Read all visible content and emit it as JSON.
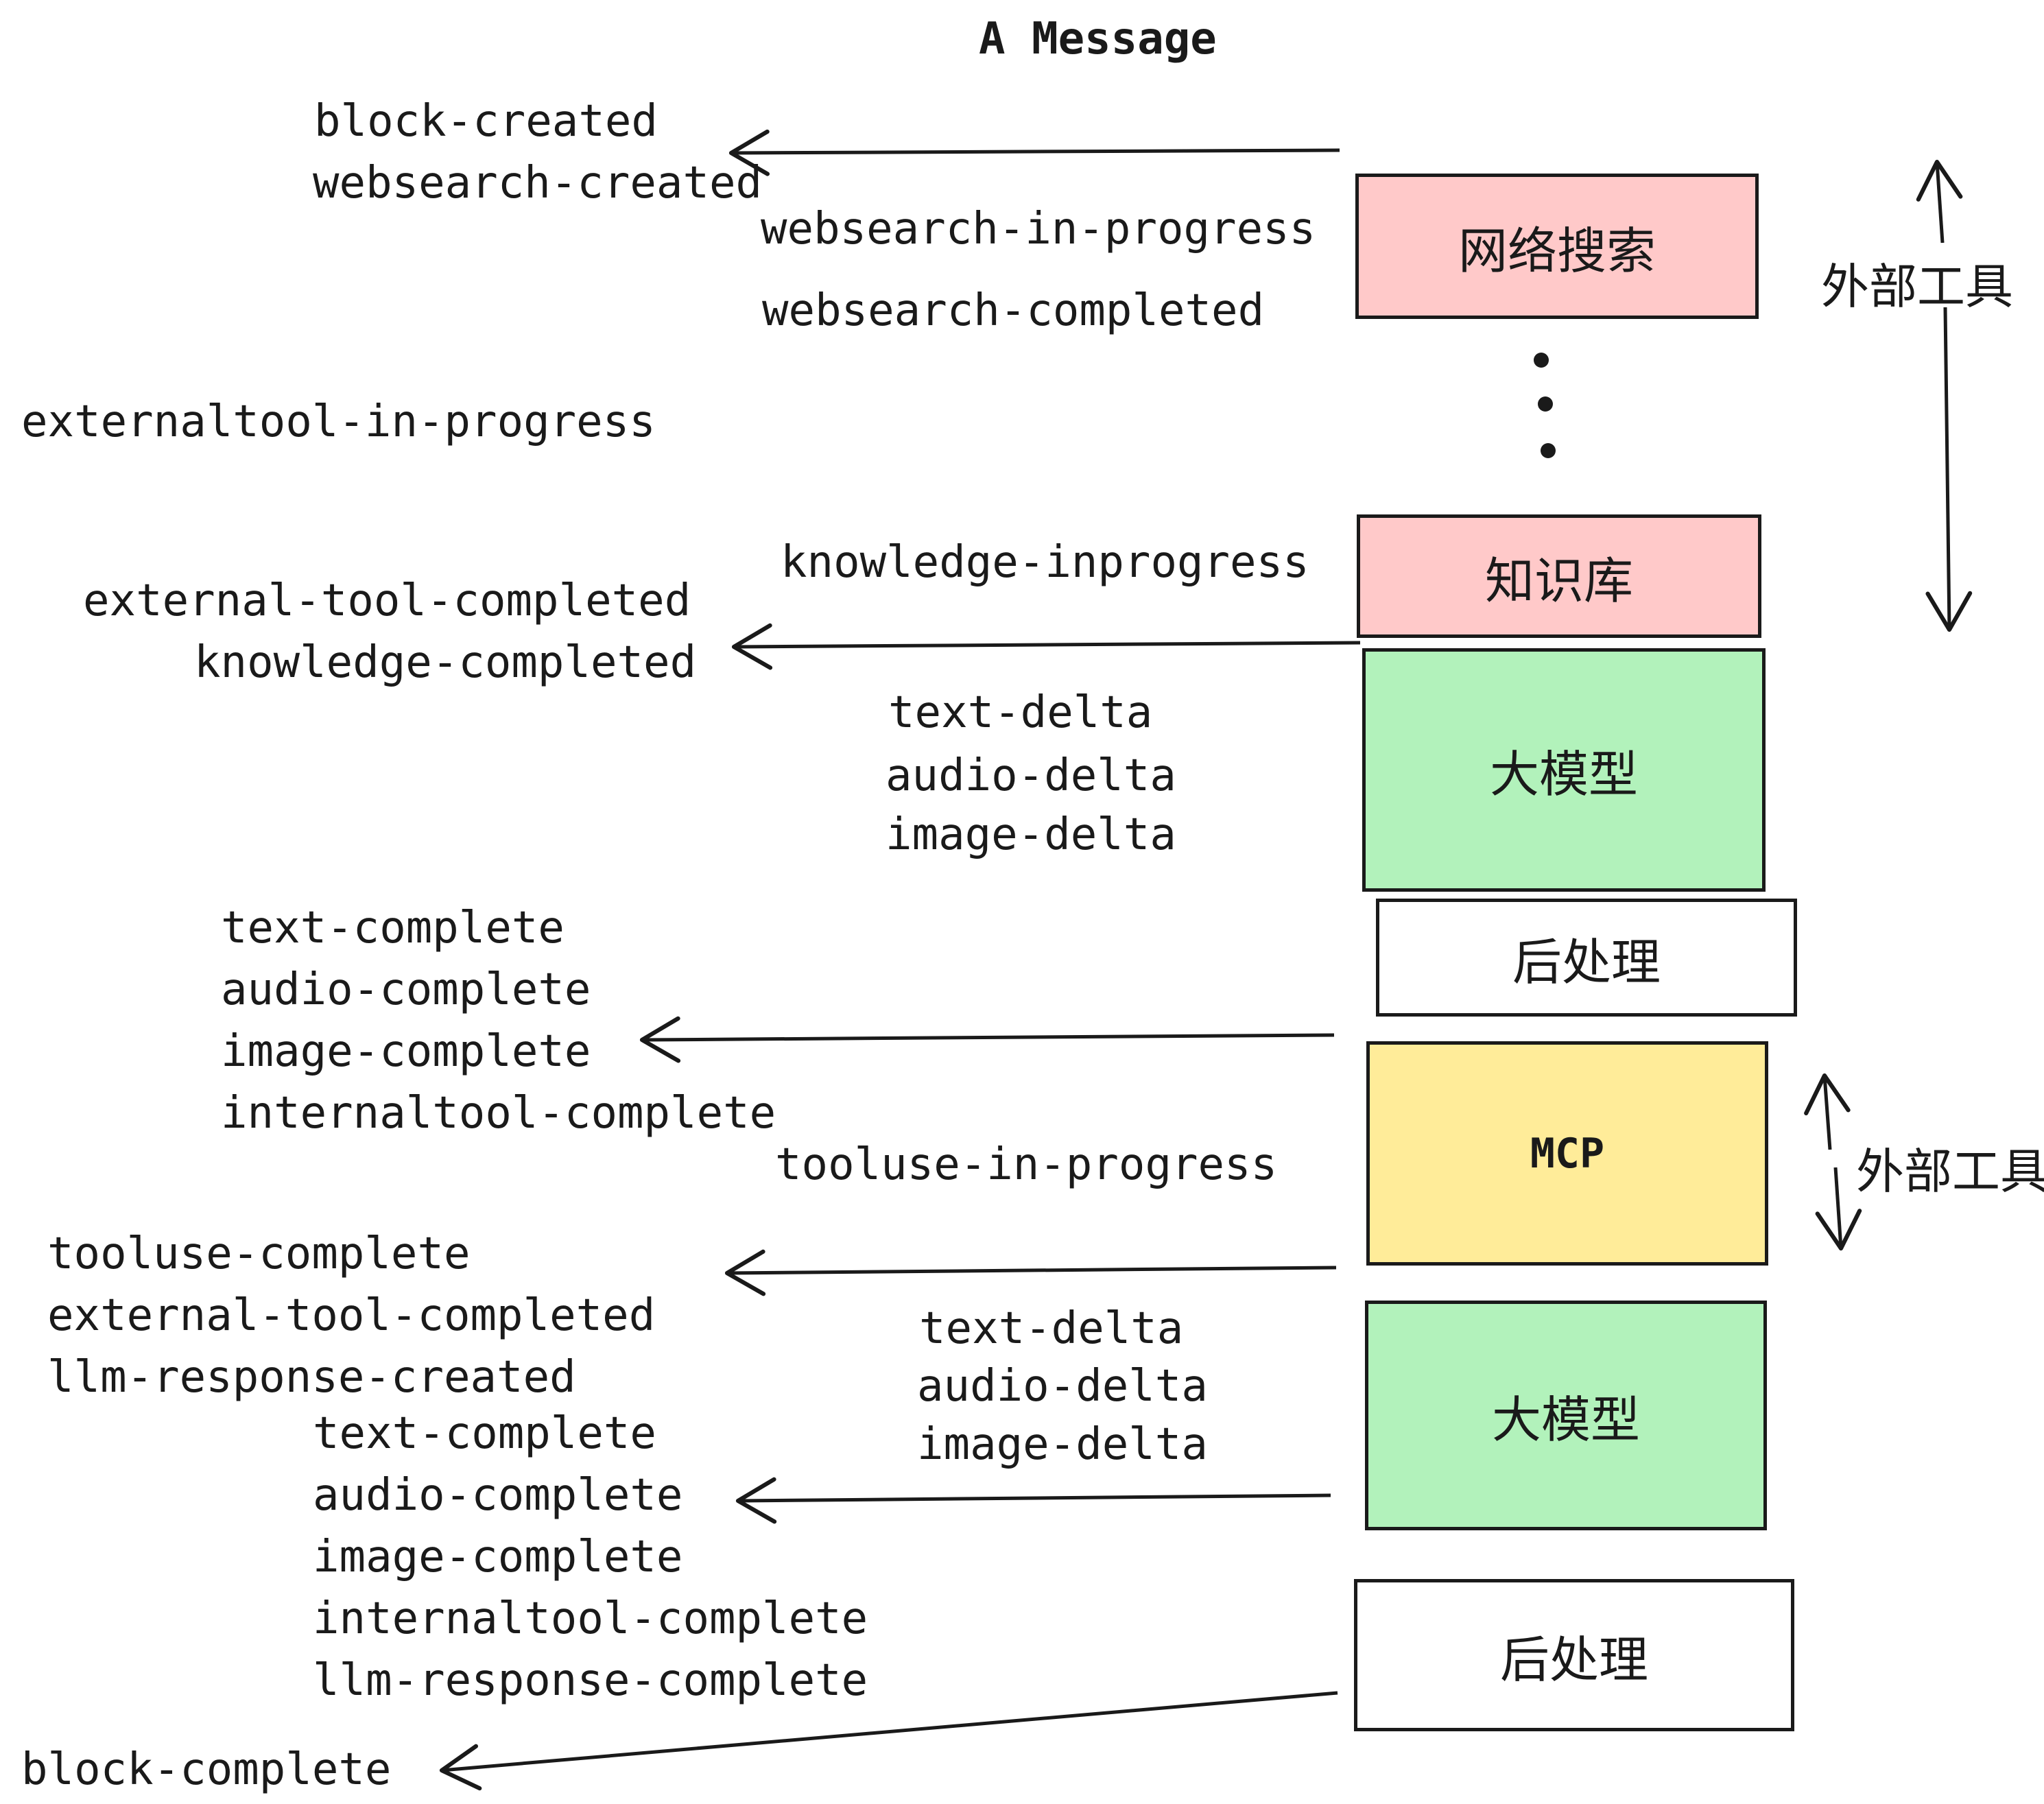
{
  "title": "A Message",
  "boxes": {
    "websearch": {
      "label": "网络搜索",
      "color": "#ffc9c9"
    },
    "knowledge": {
      "label": "知识库",
      "color": "#ffc9c9"
    },
    "llm": {
      "label": "大模型",
      "color": "#b2f2bb"
    },
    "postprocess": {
      "label": "后处理",
      "color": "#ffffff"
    },
    "mcp": {
      "label": "MCP",
      "color": "#ffec99"
    }
  },
  "side_labels": {
    "external_tools": "外部工具"
  },
  "events": {
    "block_created": "block-created",
    "websearch_created": "websearch-created",
    "websearch_in_progress": "websearch-in-progress",
    "websearch_completed": "websearch-completed",
    "externaltool_in_progress": "externaltool-in-progress",
    "knowledge_inprogress": "knowledge-inprogress",
    "external_tool_completed": "external-tool-completed",
    "knowledge_completed": "knowledge-completed",
    "text_delta": "text-delta",
    "audio_delta": "audio-delta",
    "image_delta": "image-delta",
    "text_complete": "text-complete",
    "audio_complete": "audio-complete",
    "image_complete": "image-complete",
    "internaltool_complete": "internaltool-complete",
    "tooluse_in_progress": "tooluse-in-progress",
    "tooluse_complete": "tooluse-complete",
    "llm_response_created": "llm-response-created",
    "llm_response_complete": "llm-response-complete",
    "block_complete": "block-complete"
  },
  "colors": {
    "ink": "#1a1a1a",
    "background": "#ffffff"
  }
}
